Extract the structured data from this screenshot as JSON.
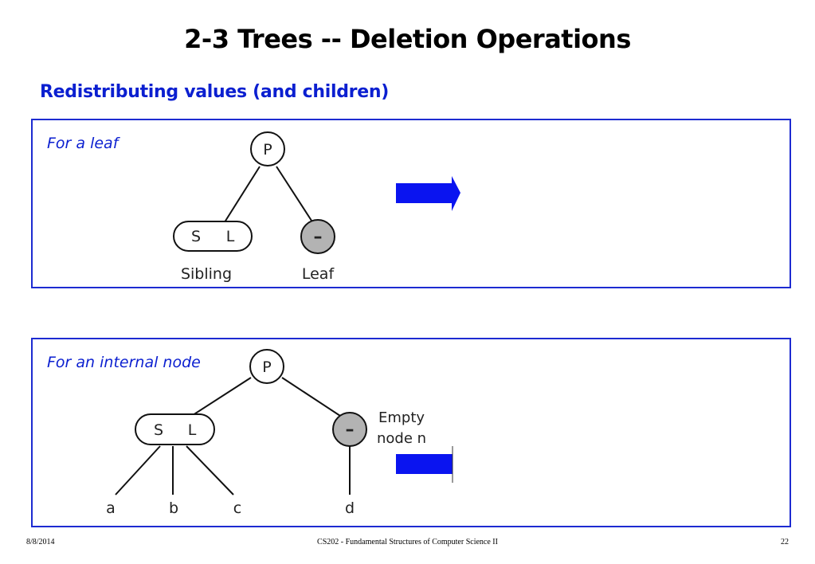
{
  "slide": {
    "title": "2-3 Trees -- Deletion Operations",
    "subtitle": "Redistributing values (and children)"
  },
  "leaf_case": {
    "label": "For a leaf",
    "parent": "P",
    "sibling_values": [
      "S",
      "L"
    ],
    "leaf_node": "–",
    "sibling_caption": "Sibling",
    "leaf_caption": "Leaf"
  },
  "internal_case": {
    "label": "For an internal node",
    "parent": "P",
    "sibling_values": [
      "S",
      "L"
    ],
    "empty_node": "–",
    "empty_caption_line1": "Empty",
    "empty_caption_line2": "node n",
    "children": [
      "a",
      "b",
      "c",
      "d"
    ]
  },
  "footer": {
    "date": "8/8/2014",
    "course": "CS202 - Fundamental Structures of Computer Science II",
    "page": "22"
  },
  "colors": {
    "accent_blue": "#0b1fd0",
    "panel_border": "#1d2bd1",
    "arrow_fill": "#0a14f0",
    "empty_node_fill": "#b3b3b3"
  }
}
